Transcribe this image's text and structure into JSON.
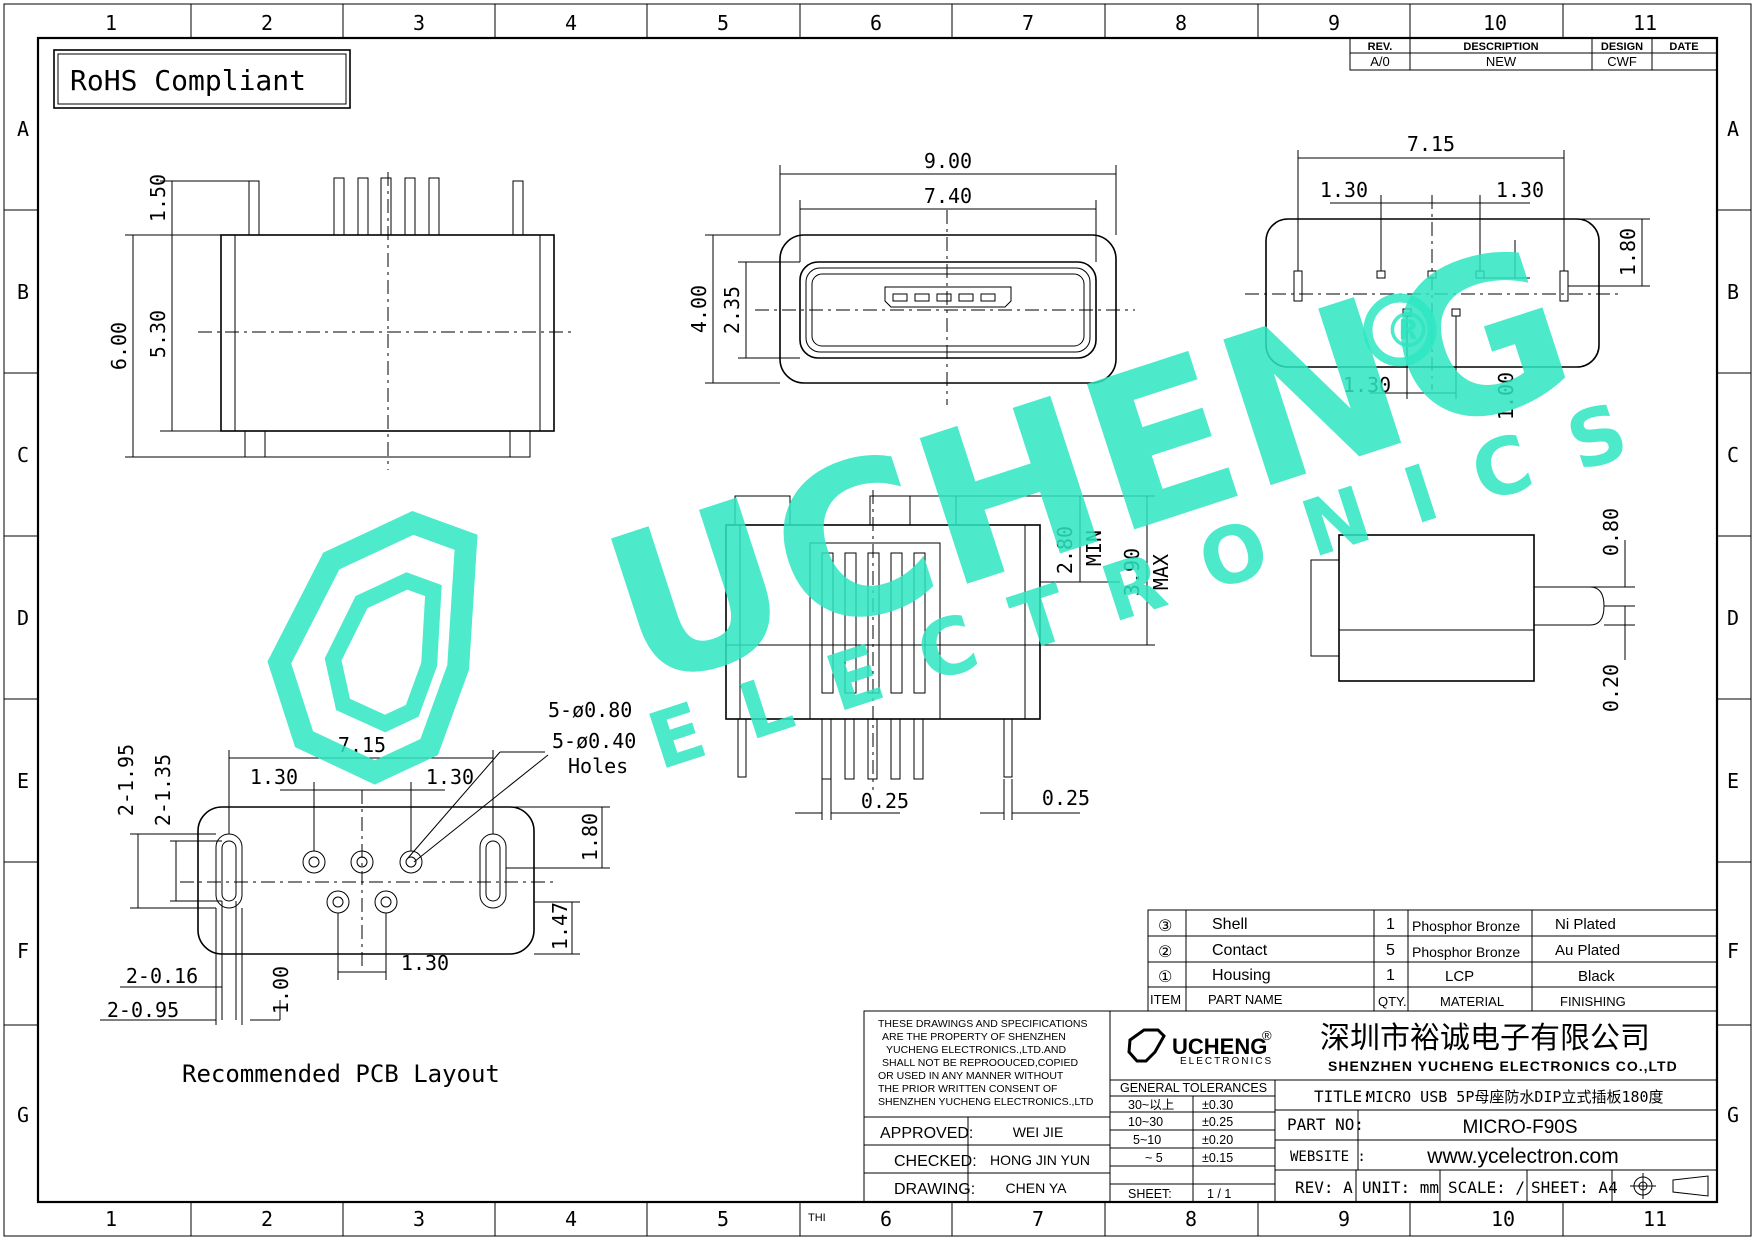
{
  "frame": {
    "cols": [
      "1",
      "2",
      "3",
      "4",
      "5",
      "6",
      "7",
      "8",
      "9",
      "10",
      "11"
    ],
    "rows": [
      "A",
      "B",
      "C",
      "D",
      "E",
      "F",
      "G"
    ],
    "thi_mark": "THI"
  },
  "rohs": "RoHS Compliant",
  "revision_table": {
    "headers": [
      "REV.",
      "DESCRIPTION",
      "DESIGN",
      "DATE"
    ],
    "row": [
      "A/0",
      "NEW",
      "CWF",
      ""
    ]
  },
  "watermark": {
    "brand": "UCHENG",
    "sub": "ELECTRONICS",
    "reg": "®"
  },
  "dims": {
    "side_top": "1.50",
    "side_full": "6.00",
    "side_body": "5.30",
    "front_outer_w": "9.00",
    "front_inner_w": "7.40",
    "front_h": "4.00",
    "front_inner_h": "2.35",
    "top_w": "7.15",
    "top_left": "1.30",
    "top_right": "1.30",
    "top_h": "1.80",
    "top_bottom": "1.30",
    "top_offset": "1.00",
    "mid_min": "2.80",
    "mid_min_label": "MIN",
    "mid_max": "3.90",
    "mid_max_label": "MAX",
    "pin_w_left": "0.25",
    "pin_w_right": "0.25",
    "rs_top": "0.80",
    "rs_bottom": "0.20",
    "pcb_w": "7.15",
    "pcb_left": "1.30",
    "pcb_right": "1.30",
    "pcb_hole1": "5-ø0.80",
    "pcb_hole2": "5-ø0.40",
    "pcb_holes_word": "Holes",
    "pcb_slot_h1": "2-1.95",
    "pcb_slot_h2": "2-1.35",
    "pcb_h": "1.80",
    "pcb_h2": "1.47",
    "pcb_bottom": "1.30",
    "pcb_slot_w1": "2-0.16",
    "pcb_slot_w2": "2-0.95",
    "pcb_v": "1.00"
  },
  "pcb_caption": "Recommended PCB Layout",
  "bom": {
    "rows": [
      {
        "no": "③",
        "name": "Shell",
        "qty": "1",
        "material": "Phosphor Bronze",
        "finish": "Ni Plated"
      },
      {
        "no": "②",
        "name": "Contact",
        "qty": "5",
        "material": "Phosphor Bronze",
        "finish": "Au Plated"
      },
      {
        "no": "①",
        "name": "Housing",
        "qty": "1",
        "material": "LCP",
        "finish": "Black"
      }
    ],
    "header": {
      "item": "ITEM",
      "name": "PART NAME",
      "qty": "QTY.",
      "material": "MATERIAL",
      "finish": "FINISHING"
    }
  },
  "title_block": {
    "notice": [
      "THESE DRAWINGS AND SPECIFICATIONS",
      "ARE THE PROPERTY OF SHENZHEN",
      "YUCHENG ELECTRONICS.,LTD.AND",
      "SHALL NOT BE REPROOUCED,COPIED",
      "OR USED IN ANY MANNER WITHOUT",
      "THE PRIOR WRITTEN CONSENT OF",
      "SHENZHEN YUCHENG ELECTRONICS.,LTD"
    ],
    "approved_label": "APPROVED:",
    "approved": "WEI JIE",
    "checked_label": "CHECKED:",
    "checked": "HONG JIN YUN",
    "drawing_label": "DRAWING:",
    "drawing": "CHEN YA",
    "logo_text": "UCHENG",
    "logo_sub": "ELECTRONICS",
    "logo_reg": "®",
    "company_cn": "深圳市裕诚电子有限公司",
    "company_en": "SHENZHEN YUCHENG ELECTRONICS CO.,LTD",
    "tol_header": "GENERAL TOLERANCES",
    "tolerances": [
      {
        "range": "30~以上",
        "tol": "±0.30"
      },
      {
        "range": "10~30",
        "tol": "±0.25"
      },
      {
        "range": "5~10",
        "tol": "±0.20"
      },
      {
        "range": "~ 5",
        "tol": "±0.15"
      }
    ],
    "sheet_label": "SHEET:",
    "sheet": "1 / 1",
    "title_label": "TITLE:",
    "title": "MICRO USB 5P母座防水DIP立式插板180度",
    "part_label": "PART NO:",
    "part": "MICRO-F90S",
    "web_label": "WEBSITE :",
    "web": "www.ycelectron.com",
    "rev": "REV: A",
    "unit": "UNIT: mm",
    "scale": "SCALE: /",
    "size": "SHEET: A4"
  }
}
